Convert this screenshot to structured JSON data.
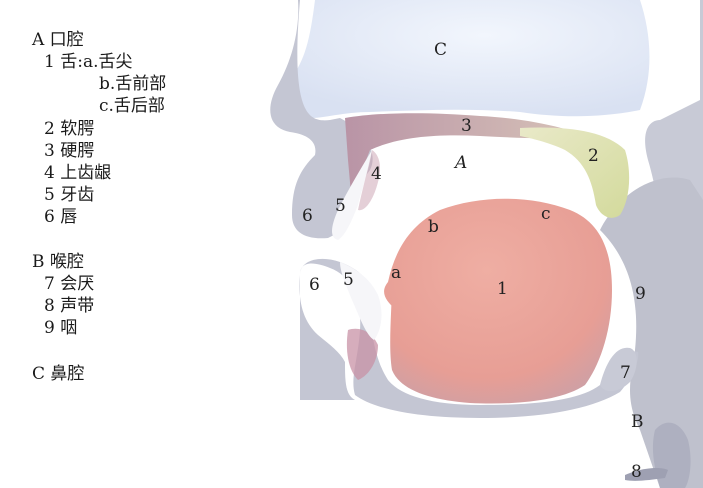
{
  "legend": {
    "A": "A 口腔",
    "A1": "1 舌:a.舌尖",
    "A1b": "b.舌前部",
    "A1c": "c.舌后部",
    "A2": "2 软腭",
    "A3": "3 硬腭",
    "A4": "4 上齿龈",
    "A5": "5 牙齿",
    "A6": "6 唇",
    "B": "B 喉腔",
    "B7": "7 会厌",
    "B8": "8 声带",
    "B9": "9 咽",
    "C": "C 鼻腔"
  },
  "labels": {
    "nasal_C": "C",
    "hard_palate_3": "3",
    "soft_palate_2": "2",
    "oral_A": "A",
    "gum_4": "4",
    "upper_tooth_5": "5",
    "upper_lip_6": "6",
    "tongue_b": "b",
    "tongue_c": "c",
    "tongue_a": "a",
    "lower_tooth_5": "5",
    "lower_lip_6": "6",
    "tongue_1": "1",
    "pharynx_9": "9",
    "epiglottis_7": "7",
    "larynx_B": "B",
    "vocal_8": "8"
  },
  "colors": {
    "tissue": "#c2c4d2",
    "nasal": "#e6ecf8",
    "tongue": "#e8a39a",
    "hard_palate": "#c9a7b3",
    "soft_palate": "#dfe3b0",
    "teeth": "#f4f4f7"
  }
}
